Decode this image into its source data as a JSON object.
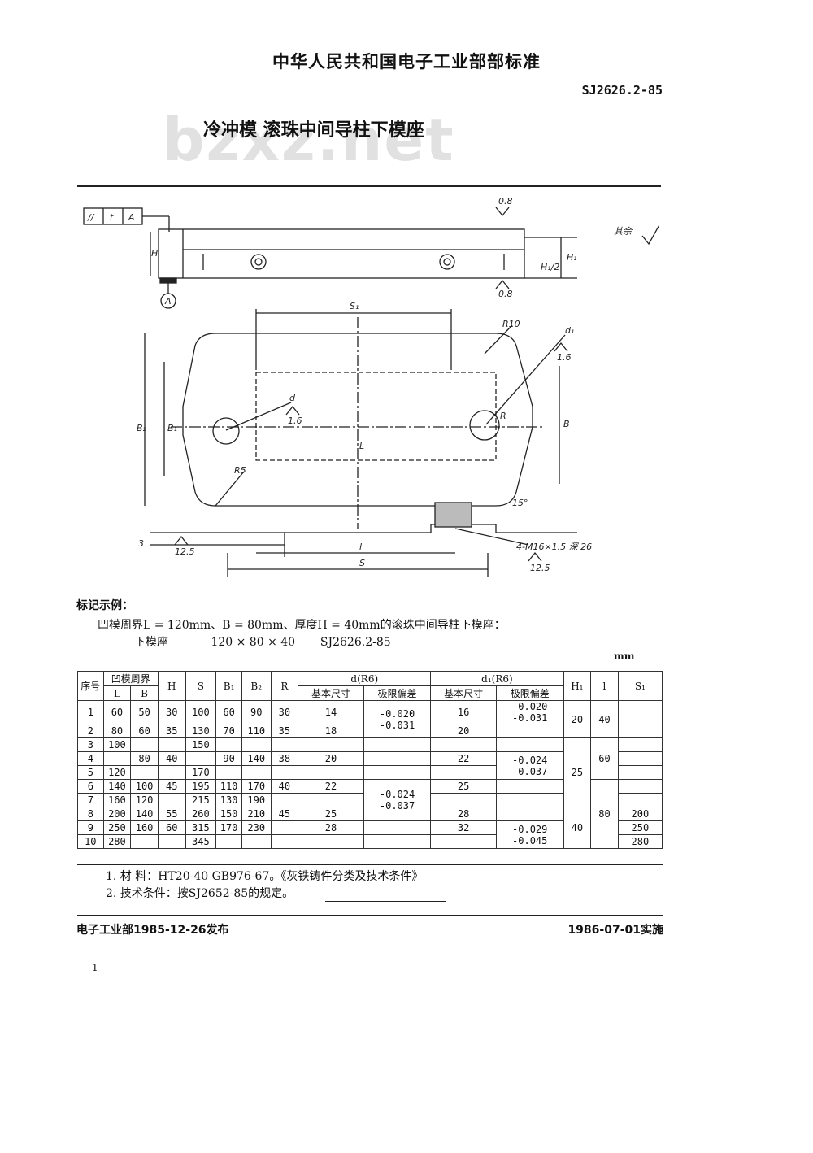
{
  "header": {
    "org_title": "中华人民共和国电子工业部部标准",
    "code": "SJ2626.2-85",
    "doc_title": "冷冲模  滚珠中间导柱下模座",
    "watermark": "bzxz.net"
  },
  "drawing": {
    "tolerance_frame": [
      "//",
      "t",
      "A"
    ],
    "datum": "A",
    "roughness_top": "0.8",
    "roughness_bottom": "0.8",
    "roughness_hole": "1.6",
    "roughness_hole2": "1.6",
    "roughness_base": "12.5",
    "roughness_base2": "12.5",
    "others_note": "其余",
    "labels": {
      "S1": "S₁",
      "R10": "R10",
      "d1": "d₁",
      "d": "d",
      "R": "R",
      "B": "B",
      "B1": "B₁",
      "B2": "B₂",
      "L": "L",
      "l": "l",
      "S": "S",
      "R5": "R5",
      "angle": "15°",
      "H": "H",
      "H1": "H₁",
      "H1_2": "H₁/2",
      "thread": "4-M16×1.5 深 26",
      "three": "3"
    }
  },
  "example": {
    "label": "标记示例：",
    "line1": "凹模周界L = 120mm、B = 80mm、厚度H = 40mm的滚珠中间导柱下模座：",
    "name": "下模座",
    "size": "120 × 80 × 40",
    "std": "SJ2626.2-85"
  },
  "unit": "mm",
  "table": {
    "headers": {
      "seq": "序号",
      "die_perimeter": "凹模周界",
      "L": "L",
      "B": "B",
      "H": "H",
      "S": "S",
      "B1": "B₁",
      "B2": "B₂",
      "R": "R",
      "d": "d(R6)",
      "d1": "d₁(R6)",
      "basic": "基本尺寸",
      "limit": "极限偏差",
      "H1": "H₁",
      "l": "l",
      "S1": "S₁"
    },
    "rows": [
      {
        "n": "1",
        "L": "60",
        "B": "50",
        "H": "30",
        "S": "100",
        "B1": "60",
        "B2": "90",
        "R": "30",
        "d": "14",
        "d1": "16"
      },
      {
        "n": "2",
        "L": "80",
        "B": "60",
        "H": "35",
        "S": "130",
        "B1": "70",
        "B2": "110",
        "R": "35",
        "d": "18",
        "d1": "20"
      },
      {
        "n": "3",
        "L": "100",
        "B": "",
        "H": "",
        "S": "150",
        "B1": "",
        "B2": "",
        "R": "",
        "d": "",
        "d1": ""
      },
      {
        "n": "4",
        "L": "",
        "B": "80",
        "H": "40",
        "S": "",
        "B1": "90",
        "B2": "140",
        "R": "38",
        "d": "20",
        "d1": "22"
      },
      {
        "n": "5",
        "L": "120",
        "B": "",
        "H": "",
        "S": "170",
        "B1": "",
        "B2": "",
        "R": "",
        "d": "",
        "d1": ""
      },
      {
        "n": "6",
        "L": "140",
        "B": "100",
        "H": "45",
        "S": "195",
        "B1": "110",
        "B2": "170",
        "R": "40",
        "d": "22",
        "d1": "25"
      },
      {
        "n": "7",
        "L": "160",
        "B": "120",
        "H": "",
        "S": "215",
        "B1": "130",
        "B2": "190",
        "R": "",
        "d": "",
        "d1": ""
      },
      {
        "n": "8",
        "L": "200",
        "B": "140",
        "H": "55",
        "S": "260",
        "B1": "150",
        "B2": "210",
        "R": "45",
        "d": "25",
        "d1": "28"
      },
      {
        "n": "9",
        "L": "250",
        "B": "160",
        "H": "60",
        "S": "315",
        "B1": "170",
        "B2": "230",
        "R": "",
        "d": "28",
        "d1": "32"
      },
      {
        "n": "10",
        "L": "280",
        "B": "",
        "H": "",
        "S": "345",
        "B1": "",
        "B2": "",
        "R": "",
        "d": "",
        "d1": ""
      }
    ],
    "d_tol": [
      "-0.020\n-0.031",
      "-0.024\n-0.037"
    ],
    "d1_tol": [
      "-0.020\n-0.031",
      "-0.024\n-0.037",
      "-0.029\n-0.045"
    ],
    "H1": [
      "20",
      "25",
      "40"
    ],
    "l": [
      "40",
      "60",
      "80"
    ],
    "S1": [
      "200",
      "250",
      "280"
    ]
  },
  "notes": {
    "n1": "1. 材    料：HT20-40  GB976-67。《灰铁铸件分类及技术条件》",
    "n2": "2. 技术条件：按SJ2652-85的规定。"
  },
  "footer": {
    "issued": "电子工业部1985-12-26发布",
    "effective": "1986-07-01实施",
    "page": "1"
  }
}
